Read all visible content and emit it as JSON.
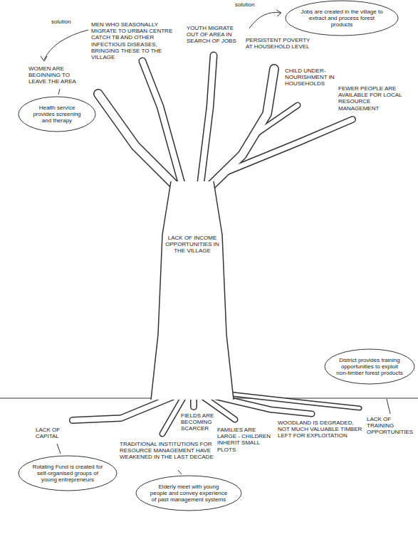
{
  "diagram": {
    "nodes": [
      {
        "text": [
          "Jobs are created in the village to extract and process forest products"
        ]
      },
      {
        "text": [
          "Health service provides screening and therapy"
        ]
      },
      {
        "text": [
          "District provides training opportunities to exploit non-timber forest products"
        ]
      },
      {
        "text": [
          "Rotating Fund is created for self-organised groups of young entrepreneurs"
        ]
      },
      {
        "text": [
          "Elderly meet with young people and convey experience of past management systems"
        ]
      }
    ],
    "labels": [
      "solution",
      "WOMEN ARE BEGINNING TO LEAVE THE AREA",
      "MEN WHO SEASONALLY MIGRATE TO URBAN CENTRE CATCH TB AND OTHER INFECTIOUS DISEASES, BRINGING THESE TO THE VILLAGE",
      "YOUTH MIGRATE OUT OF AREA IN SEARCH OF JOBS",
      "solution",
      "PERSISTENT POVERTY AT HOUSEHOLD LEVEL",
      "CHILD UNDER-NOURISHMENT IN HOUSEHOLDS",
      "FEWER PEOPLE ARE AVAILABLE FOR LOCAL RESOURCE MANAGEMENT",
      "LACK OF INCOME OPPORTUNITIES IN THE VILLAGE",
      "FIELDS ARE BECOMING SCARCER",
      "LACK OF CAPITAL",
      "TRADITIONAL INSTITUTIONS FOR RESOURCE MANAGEMENT HAVE WEAKENED IN THE LAST DECADE",
      "FAMILIES ARE LARGE - CHILDREN INHERIT SMALL PLOTS",
      "WOODLAND IS DEGRADED, NOT MUCH VALUABLE TIMBER LEFT FOR EXPLOITATION",
      "LACK OF TRAINING OPPORTUNITIES"
    ]
  }
}
